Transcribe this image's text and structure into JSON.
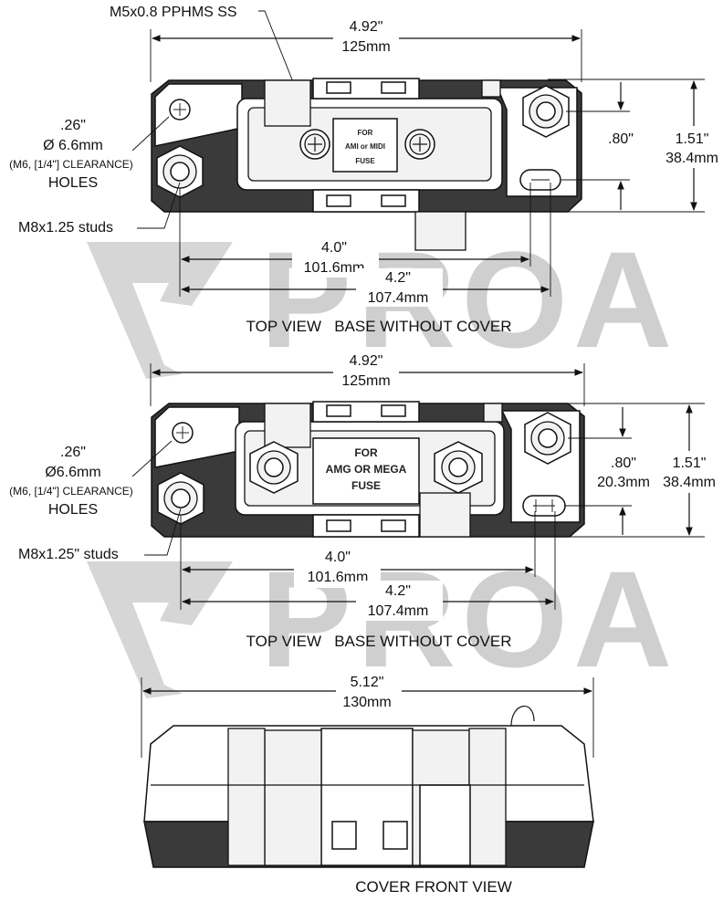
{
  "watermark": {
    "text": "PROA"
  },
  "top_view_1": {
    "screw_label": "M5x0.8 PPHMS SS",
    "width_in": "4.92\"",
    "width_mm": "125mm",
    "hole_in": ".26\"",
    "hole_mm": "Ø 6.6mm",
    "hole_note": "(M6, [1/4\"] CLEARANCE)",
    "hole_word": "HOLES",
    "stud_label": "M8x1.25 studs",
    "spacing_in": ".80\"",
    "height_in": "1.51\"",
    "height_mm": "38.4mm",
    "dist1_in": "4.0\"",
    "dist1_mm": "101.6mm",
    "dist2_in": "4.2\"",
    "dist2_mm": "107.4mm",
    "fuse_line1": "FOR",
    "fuse_line2": "AMI or MIDI",
    "fuse_line3": "FUSE",
    "view_title": "TOP VIEW   BASE WITHOUT COVER"
  },
  "top_view_2": {
    "width_in": "4.92\"",
    "width_mm": "125mm",
    "hole_in": ".26\"",
    "hole_mm": "Ø6.6mm",
    "hole_note": "(M6, [1/4\"] CLEARANCE)",
    "hole_word": "HOLES",
    "stud_label": "M8x1.25\" studs",
    "spacing_in": ".80\"",
    "spacing_mm": "20.3mm",
    "height_in": "1.51\"",
    "height_mm": "38.4mm",
    "dist1_in": "4.0\"",
    "dist1_mm": "101.6mm",
    "dist2_in": "4.2\"",
    "dist2_mm": "107.4mm",
    "fuse_line1": "FOR",
    "fuse_line2": "AMG OR MEGA",
    "fuse_line3": "FUSE",
    "view_title": "TOP VIEW   BASE WITHOUT COVER"
  },
  "front_view": {
    "width_in": "5.12\"",
    "width_mm": "130mm",
    "view_title": "COVER FRONT VIEW"
  }
}
